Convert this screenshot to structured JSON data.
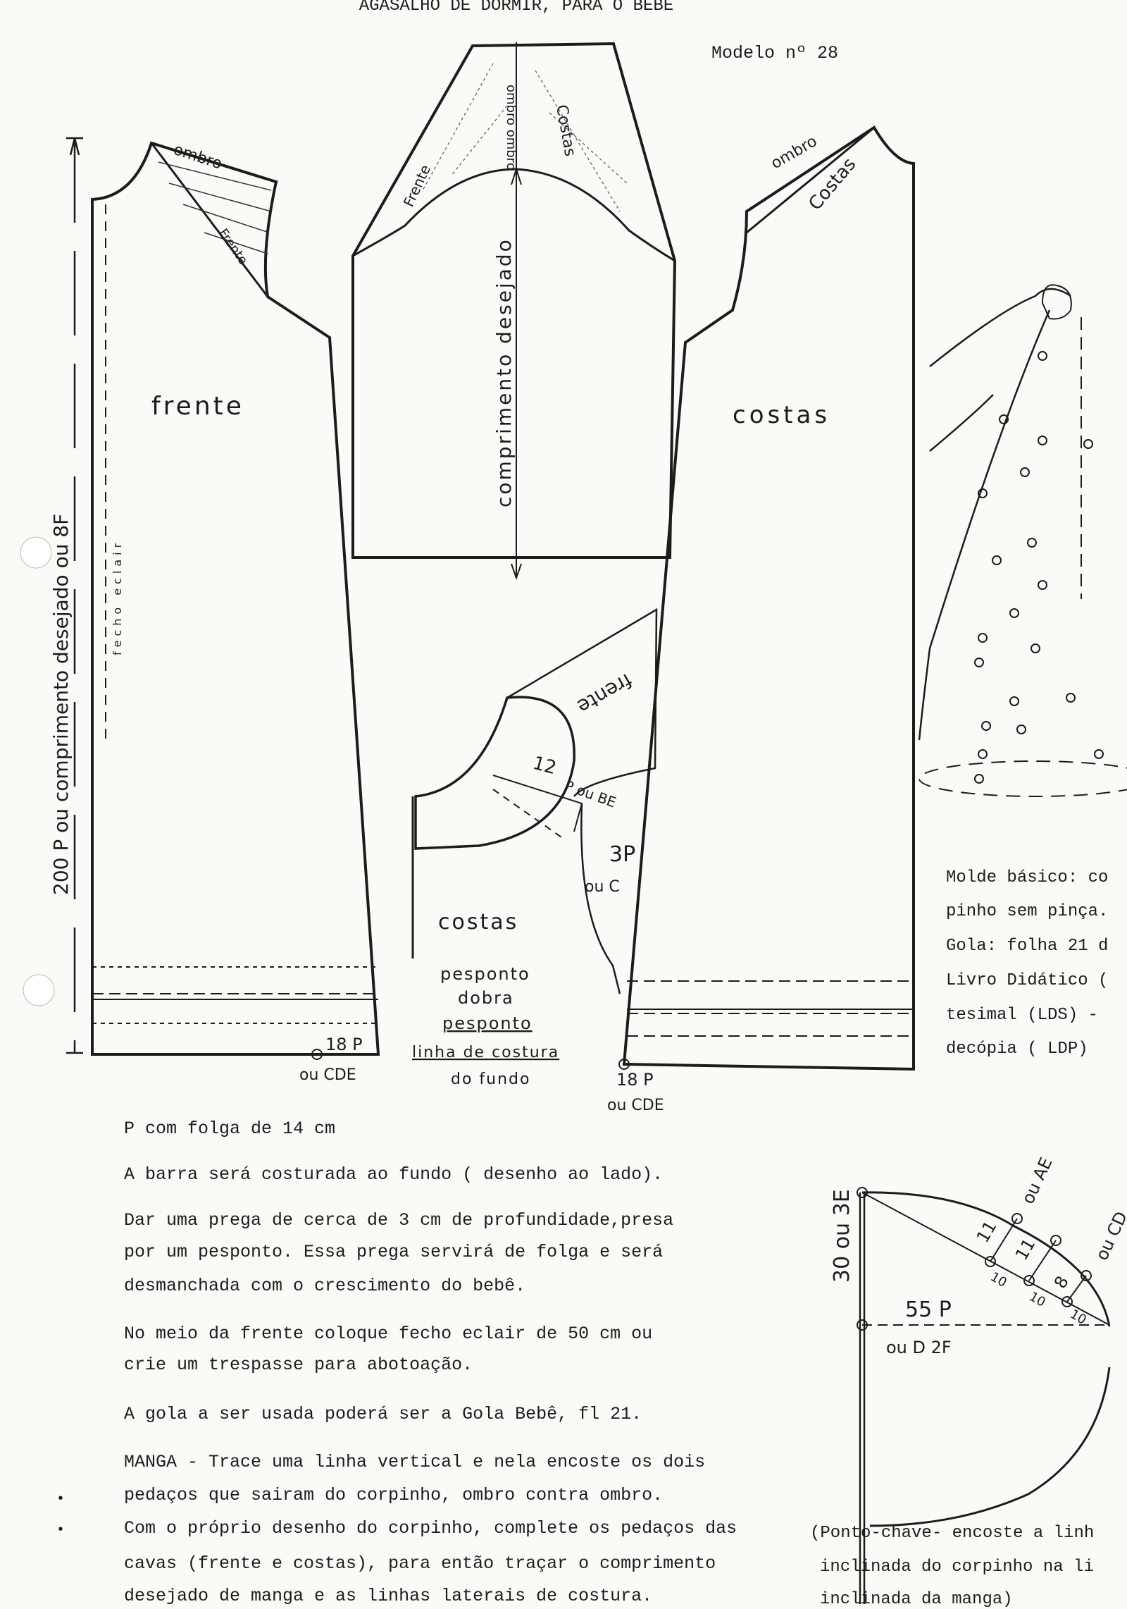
{
  "header": {
    "title": "AGASALHO DE DORMIR, PARA O BEBE",
    "model": "Modelo nº 28"
  },
  "diagram": {
    "length_label": "200 P ou comprimento desejado ou 8F",
    "frente": "frente",
    "fecho": "fecho eclair",
    "ombro": "ombro",
    "frente_small": "Frente",
    "costas_small": "Costas",
    "ombro_ombro": "ombro ombro",
    "sleeve_length": "comprimento desejado",
    "costas": "costas",
    "collar_frente": "frente",
    "collar_12": "12",
    "collar_p_be": "P ou BE",
    "collar_3p": "3P",
    "collar_ou_c": "ou C",
    "costas_lower": "costas",
    "hem_labels": [
      "pesponto",
      "dobra",
      "pesponto",
      "linha de costura",
      "do fundo"
    ],
    "left_18": "18 P",
    "left_cde": "ou CDE",
    "right_18": "18 P",
    "right_cde": "ou CDE"
  },
  "side_note": [
    "Molde básico: co",
    "pinho sem pinça.",
    "Gola: folha 21 d",
    "Livro Didático (",
    "tesimal (LDS) -",
    "decópia ( LDP)"
  ],
  "instructions": [
    "P  com folga de 14 cm",
    "A barra será costurada ao fundo ( desenho ao lado).",
    "Dar uma prega de cerca de 3 cm de profundidade,presa",
    "por um pesponto. Essa prega servirá de folga e será",
    "desmanchada com o crescimento do bebê.",
    "No meio da frente coloque fecho eclair de 50 cm ou",
    "crie um trespasse para abotoação.",
    "A gola a ser usada poderá ser a Gola Bebê, fl 21.",
    "MANGA - Trace uma linha vertical e nela encoste os dois",
    "pedaços que sairam do corpinho, ombro contra ombro.",
    "Com o próprio desenho do corpinho, complete os pedaços das",
    "cavas (frente e costas), para então traçar o comprimento",
    "desejado de manga e as linhas laterais de costura."
  ],
  "sleeve_diagram": {
    "height_label": "30 ou 3E",
    "ou_ae": "ou AE",
    "ou_cd": "ou CD",
    "seg_11a": "11",
    "seg_11b": "11",
    "seg_8": "8",
    "seg_10a": "10",
    "seg_10b": "10",
    "seg_10c": "10",
    "width_label": "55 P",
    "width_alt": "ou D 2F"
  },
  "bottom_note": [
    "(Ponto-chave- encoste a linh",
    "inclinada do corpinho na li",
    "inclinada da manga)"
  ]
}
